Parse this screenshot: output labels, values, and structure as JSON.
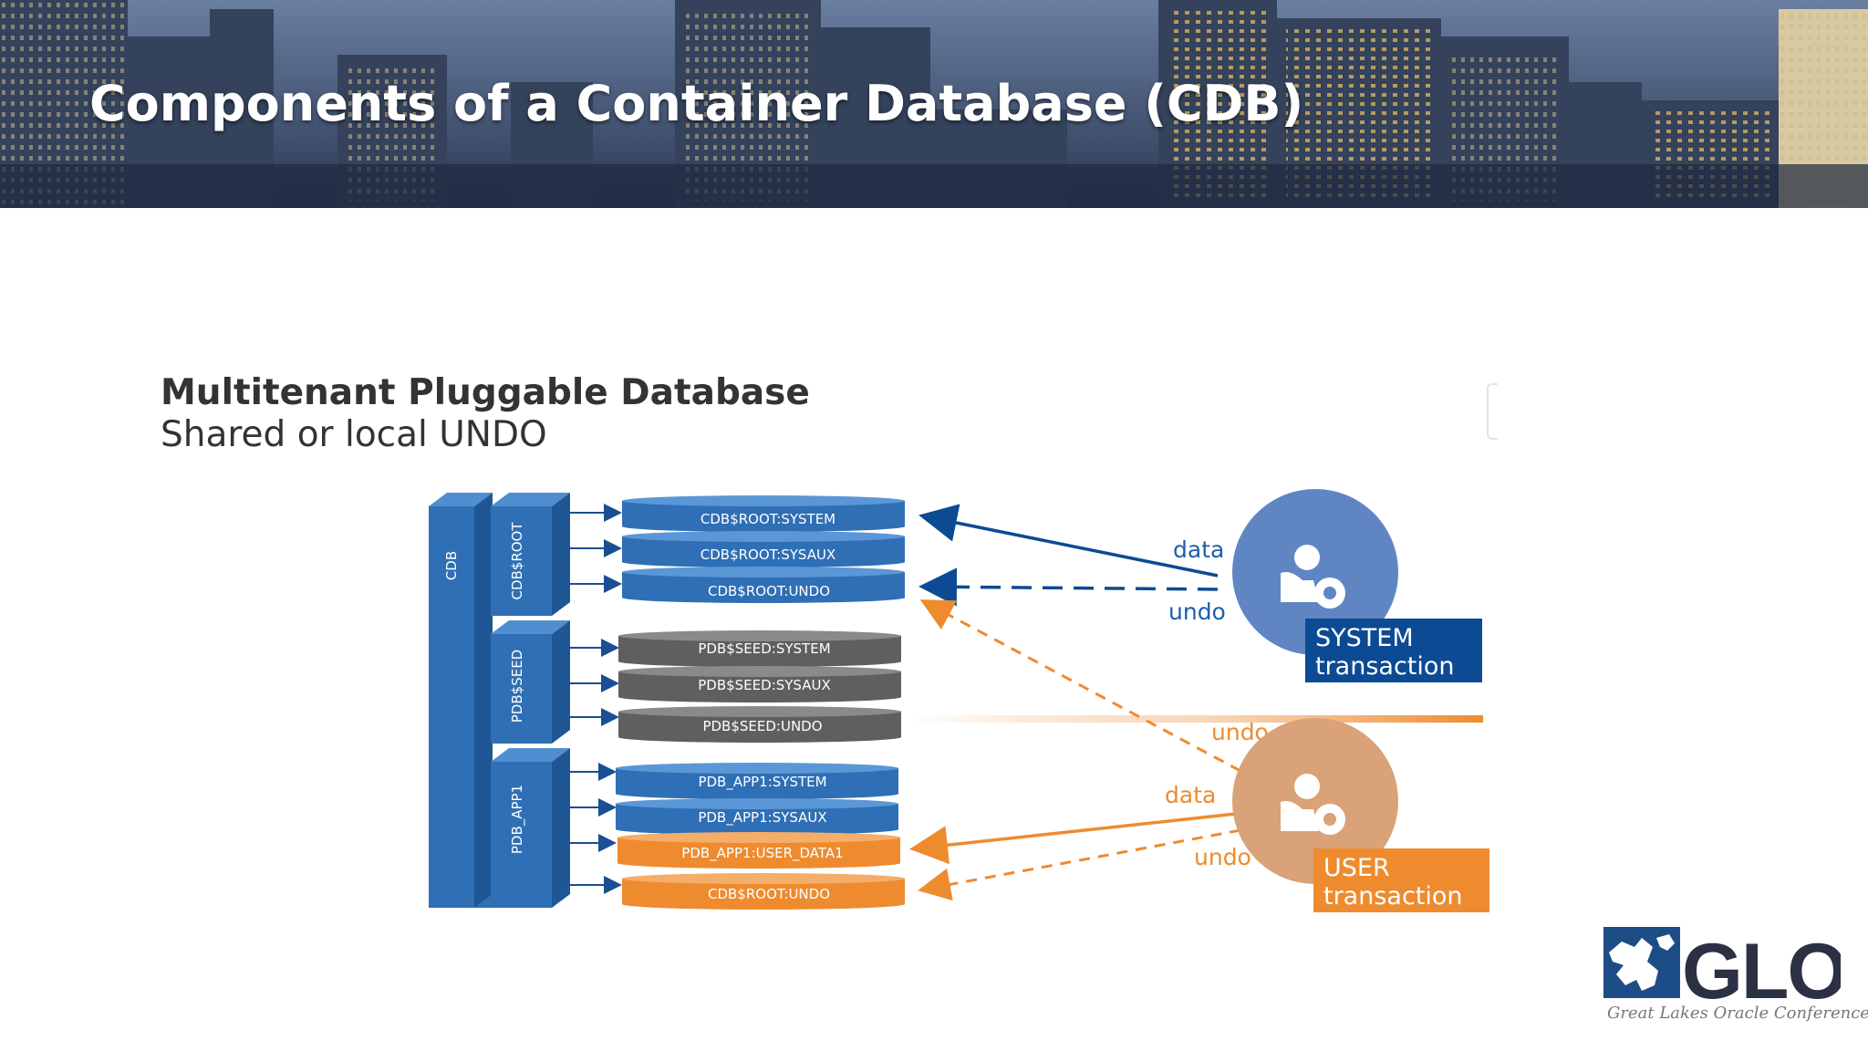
{
  "slide": {
    "title": "Components of a Container Database (CDB)"
  },
  "diagram": {
    "heading": "Multitenant Pluggable Database",
    "subheading": "Shared or local UNDO",
    "container_labels": {
      "cdb": "CDB",
      "root": "CDB$ROOT",
      "seed": "PDB$SEED",
      "app1": "PDB_APP1"
    },
    "root_datafiles": [
      "CDB$ROOT:SYSTEM",
      "CDB$ROOT:SYSAUX",
      "CDB$ROOT:UNDO"
    ],
    "seed_datafiles": [
      "PDB$SEED:SYSTEM",
      "PDB$SEED:SYSAUX",
      "PDB$SEED:UNDO"
    ],
    "app1_datafiles": [
      "PDB_APP1:SYSTEM",
      "PDB_APP1:SYSAUX",
      "PDB_APP1:USER_DATA1",
      "CDB$ROOT:UNDO"
    ],
    "system_transaction": {
      "line1": "SYSTEM",
      "line2": "transaction",
      "data_label": "data",
      "undo_label": "undo"
    },
    "user_transaction": {
      "line1": "USER",
      "line2": "transaction",
      "data_label": "data",
      "undo_label": "undo",
      "undo_top_label": "undo"
    },
    "colors": {
      "blue": "#2f6fb5",
      "gray": "#5f5f5f",
      "orange": "#ee8b2f",
      "dark_navy": "#0d4a94"
    }
  },
  "logo": {
    "name": "GLOC",
    "tagline": "Great Lakes Oracle Conference"
  }
}
